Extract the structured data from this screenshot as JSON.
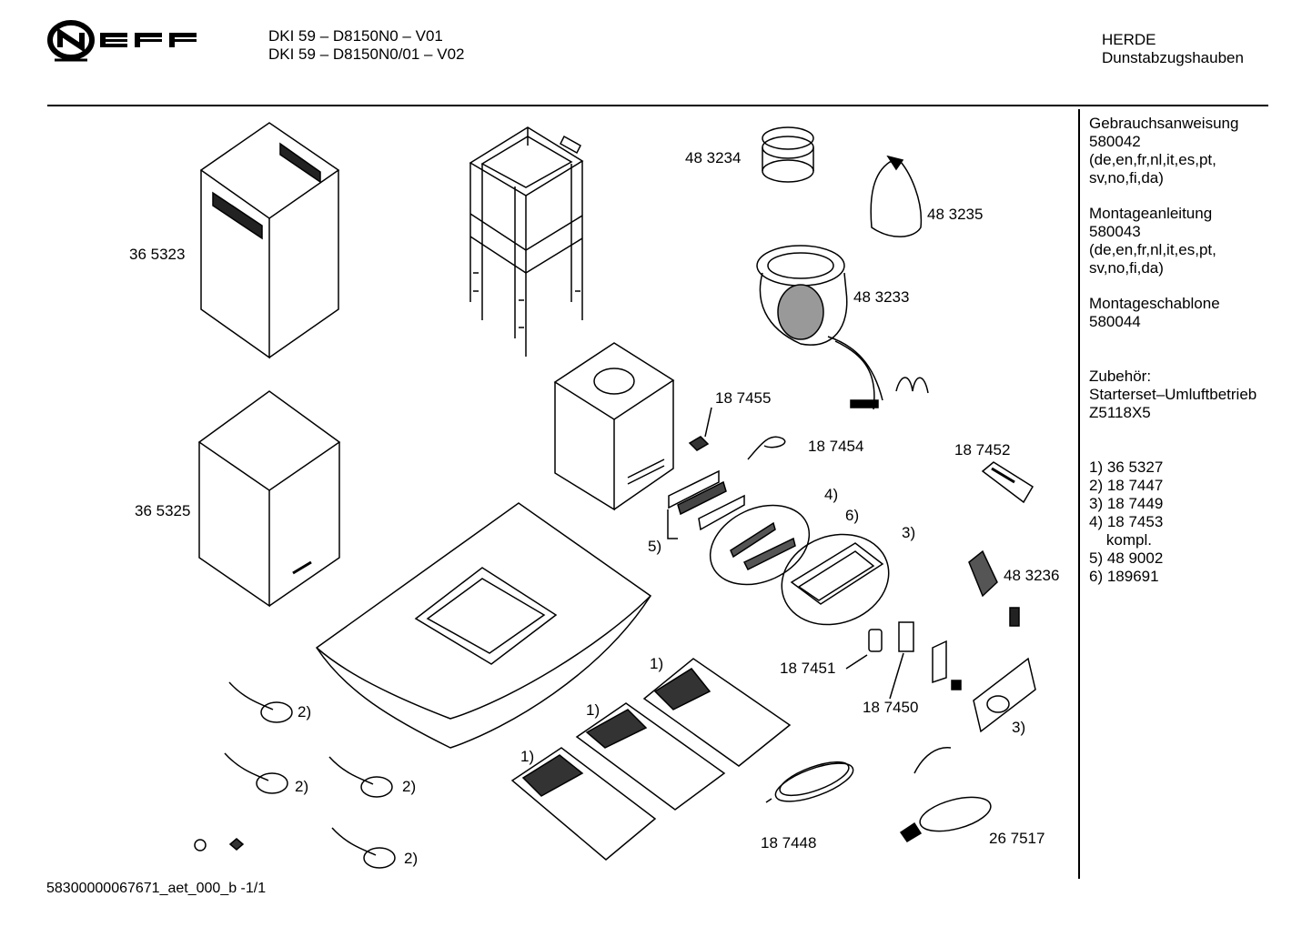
{
  "header": {
    "brand": "NEFF",
    "model_line_1": "DKI 59 – D8150N0      – V01",
    "model_line_2": "DKI 59 – D8150N0/01 – V02",
    "category_1": "HERDE",
    "category_2": "Dunstabzugshauben"
  },
  "sidebar": {
    "manual_title": "Gebrauchsanweisung",
    "manual_number": "580042",
    "manual_langs_1": "(de,en,fr,nl,it,es,pt,",
    "manual_langs_2": "sv,no,fi,da)",
    "install_title": "Montageanleitung",
    "install_number": "580043",
    "install_langs_1": "(de,en,fr,nl,it,es,pt,",
    "install_langs_2": "sv,no,fi,da)",
    "template_title": "Montageschablone",
    "template_number": "580044",
    "accessory_title": "Zubehör:",
    "accessory_name": "Starterset–Umluftbetrieb",
    "accessory_number": "Z5118X5",
    "footnotes": [
      "1) 36 5327",
      "2) 18 7447",
      "3) 18 7449",
      "4) 18 7453",
      "    kompl.",
      "5) 48 9002",
      "6) 189691"
    ]
  },
  "parts": {
    "p365323": "36 5323",
    "p365325": "36 5325",
    "p483234": "48 3234",
    "p483235": "48 3235",
    "p483233": "48 3233",
    "p187455": "18 7455",
    "p187454": "18 7454",
    "p187452": "18 7452",
    "p483236": "48 3236",
    "p187451": "18 7451",
    "p187450": "18 7450",
    "p187448": "18 7448",
    "p267517": "26 7517"
  },
  "callouts": {
    "c1": "1)",
    "c2": "2)",
    "c3": "3)",
    "c4": "4)",
    "c5": "5)",
    "c6": "6)"
  },
  "footer": {
    "doc_id": "58300000067671_aet_000_b -1/1"
  }
}
